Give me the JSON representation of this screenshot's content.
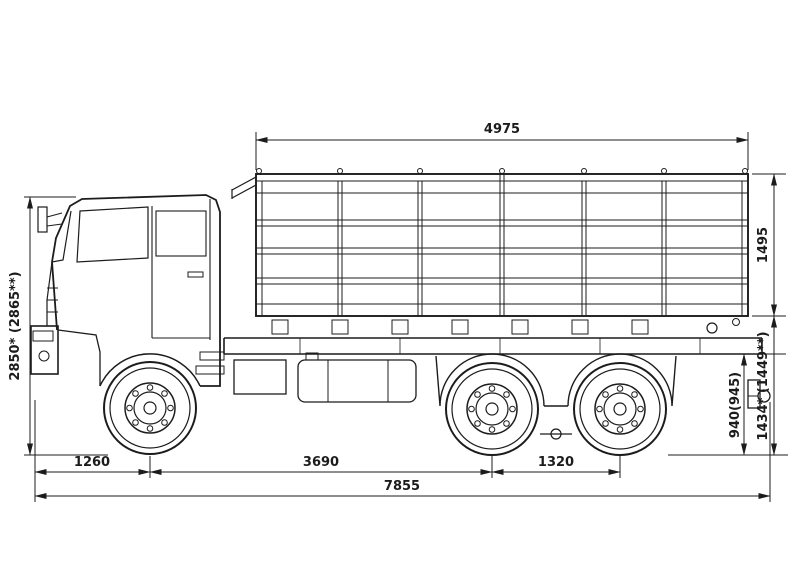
{
  "drawing": {
    "type": "truck-side-view-dimension-drawing",
    "dimensions": {
      "bed_length": "4975",
      "bed_height": "1495",
      "loading_height": "1434* (1449**)",
      "frame_height": "940(945)",
      "overall_height": "2850* (2865**)",
      "front_overhang": "1260",
      "wheelbase": "3690",
      "rear_bogie_base": "1320",
      "overall_length": "7855"
    },
    "colors": {
      "line": "#1c1c1c",
      "background": "#ffffff"
    }
  }
}
